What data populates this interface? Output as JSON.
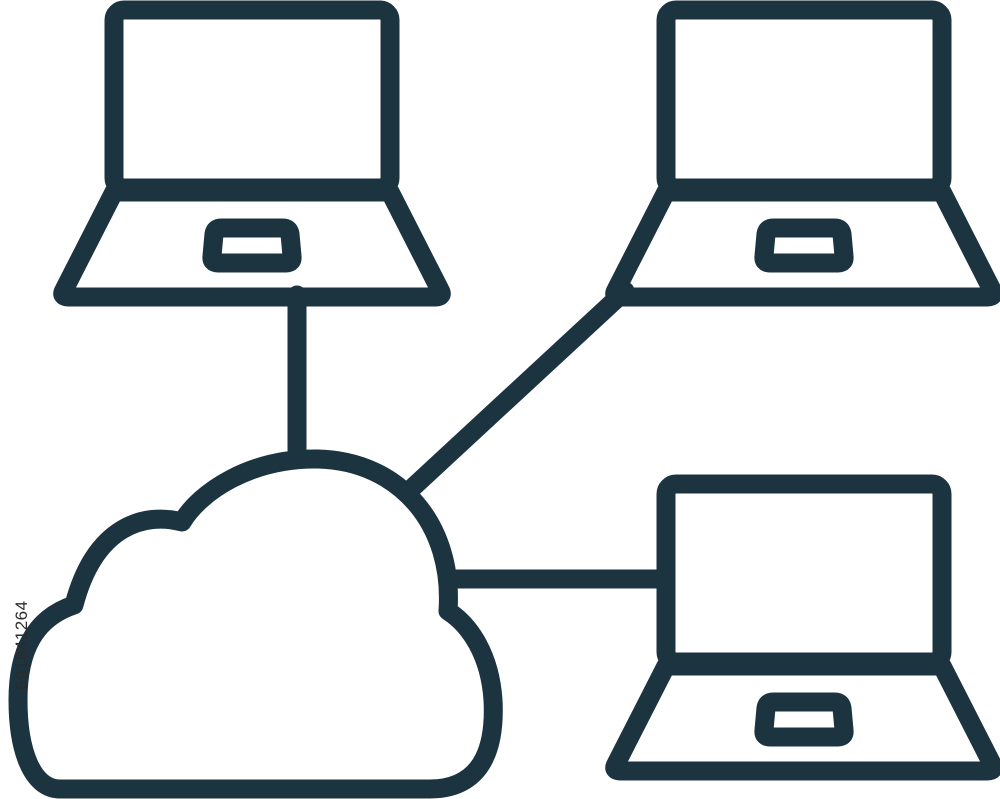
{
  "icon": {
    "name": "cloud-network-icon",
    "stroke_color": "#1c3340",
    "background_color": "#ffffff",
    "nodes": [
      {
        "name": "laptop-top-left-icon"
      },
      {
        "name": "laptop-top-right-icon"
      },
      {
        "name": "laptop-bottom-right-icon"
      }
    ],
    "hub": {
      "name": "cloud-icon"
    },
    "connections": [
      "cloud-to-top-left",
      "cloud-to-top-right",
      "cloud-to-bottom-right"
    ]
  },
  "watermark": {
    "id_text": "691841264"
  }
}
